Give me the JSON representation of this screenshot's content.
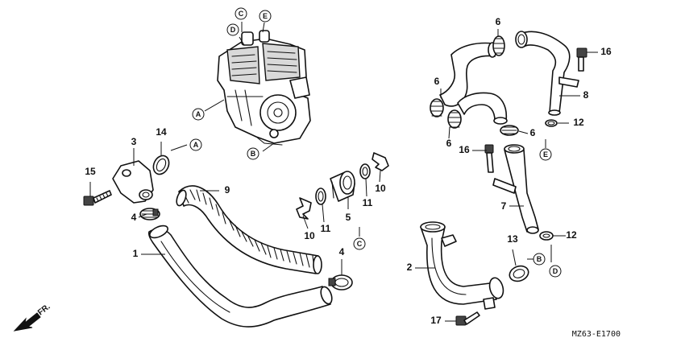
{
  "diagram": {
    "part_numbers": {
      "p1": "1",
      "p2": "2",
      "p3": "3",
      "p4a": "4",
      "p4b": "4",
      "p5": "5",
      "p6a": "6",
      "p6b": "6",
      "p6c": "6",
      "p6d": "6",
      "p7": "7",
      "p8": "8",
      "p9": "9",
      "p10a": "10",
      "p10b": "10",
      "p11a": "11",
      "p11b": "11",
      "p12a": "12",
      "p12b": "12",
      "p13": "13",
      "p14": "14",
      "p15": "15",
      "p16a": "16",
      "p16b": "16",
      "p17": "17"
    },
    "refs": {
      "c_top": "C",
      "d_top": "D",
      "e_top": "E",
      "a_engine": "A",
      "b_engine": "B",
      "a_gasket": "A",
      "c_lower": "C",
      "e_right": "E",
      "b_right": "B",
      "d_right": "D"
    },
    "direction_label": "FR.",
    "drawing_code": "MZ63-E1700"
  }
}
